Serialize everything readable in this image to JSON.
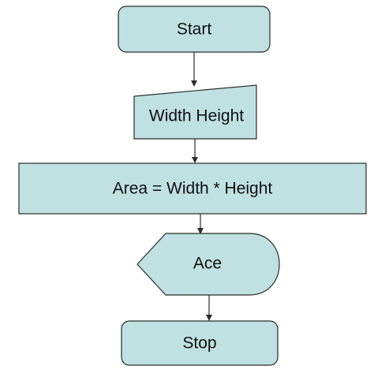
{
  "flowchart": {
    "start_label": "Start",
    "input_label": "Width Height",
    "process_label": "Area =  Width * Height",
    "display_label": "Ace",
    "stop_label": "Stop"
  },
  "colors": {
    "shape_fill": "#bfe1e1",
    "stroke": "#2b2b2b",
    "text": "#111111",
    "background": "#ffffff"
  }
}
